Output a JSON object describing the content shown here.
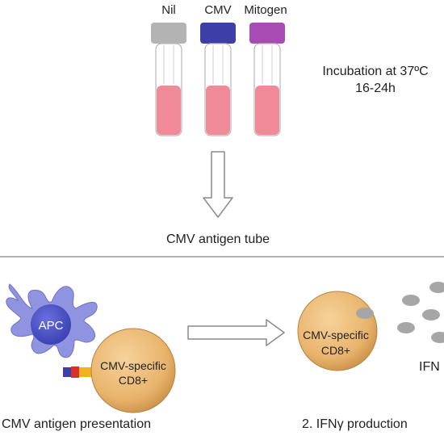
{
  "tubes": {
    "labels": [
      "Nil",
      "CMV",
      "Mitogen"
    ],
    "cap_colors": [
      "#b3b3b3",
      "#3d3fa6",
      "#a84cb3"
    ],
    "fluid_color": "#f08a98"
  },
  "incubation": {
    "line1": "Incubation at 37ºC",
    "line2": "16-24h"
  },
  "tube_caption": "CMV antigen tube",
  "cells": {
    "apc_label": "APC",
    "apc_color": "#8f93e0",
    "apc_nucleus_color": "#4a4fc2",
    "tcell_label_line1": "CMV-specific",
    "tcell_label_line2": "CD8+",
    "tcell_color": "#e8b46c",
    "ifn_label": "IFN"
  },
  "step_labels": {
    "step1": "CMV antigen presentation",
    "step2": "2. IFNγ production"
  },
  "colors": {
    "divider": "#9a9a9a",
    "arrow": "#8a8a8a",
    "granule": "#a6a6a6"
  }
}
